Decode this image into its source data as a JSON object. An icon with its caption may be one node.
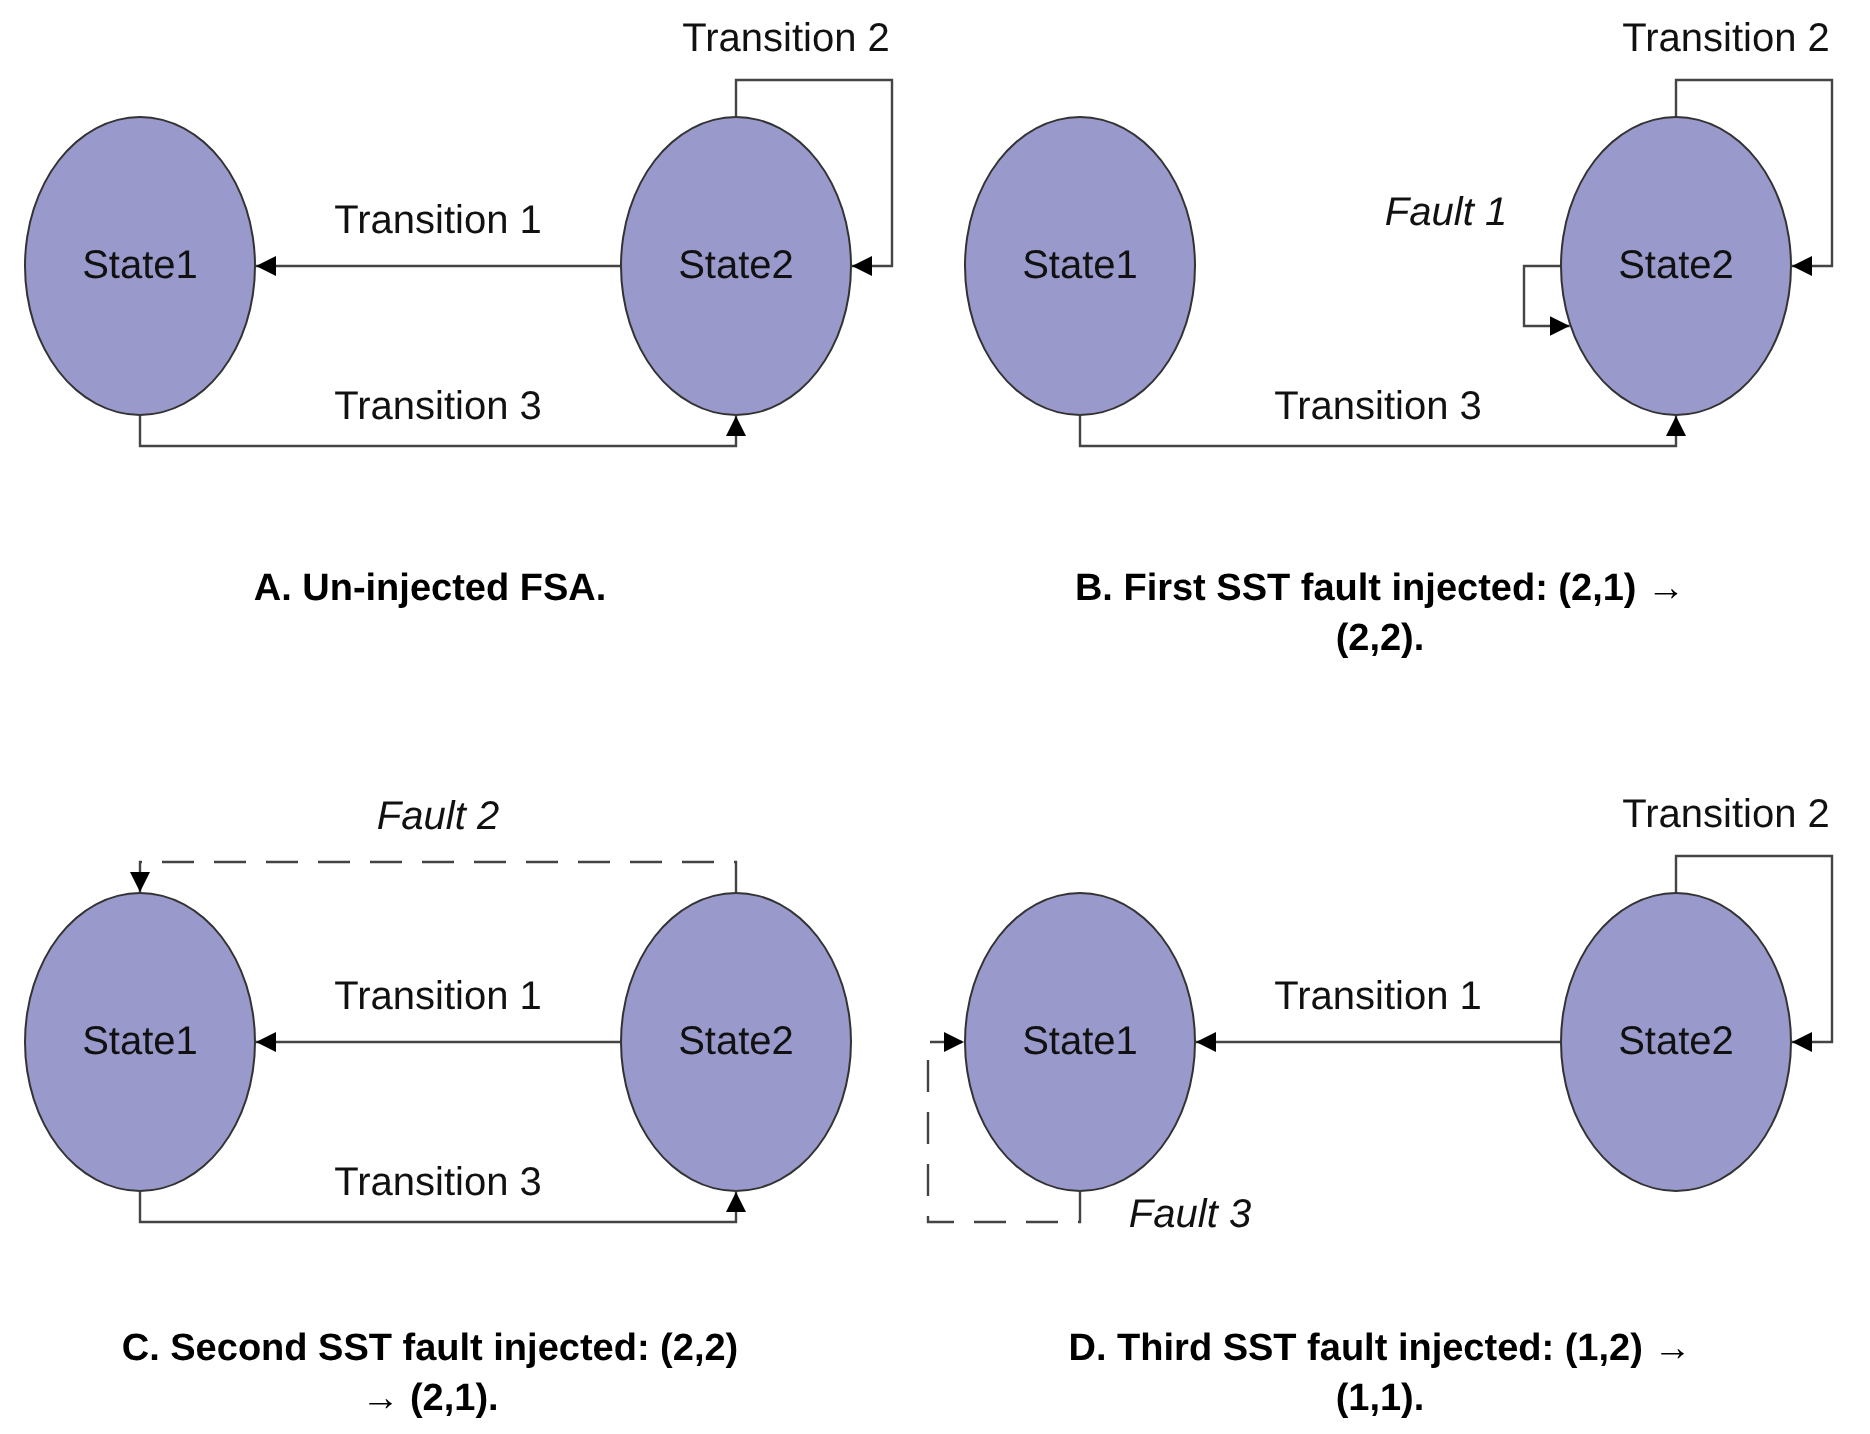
{
  "diagram": {
    "nodes": [
      {
        "text": [
          "State1"
        ]
      },
      {
        "text": [
          "State2"
        ]
      },
      {
        "text": [
          "State1"
        ]
      },
      {
        "text": [
          "State2"
        ]
      },
      {
        "text": [
          "State1"
        ]
      },
      {
        "text": [
          "State2"
        ]
      },
      {
        "text": [
          "State1"
        ]
      },
      {
        "text": [
          "State2"
        ]
      }
    ],
    "edges": [
      {
        "from": 1,
        "to": 0,
        "arrow": "to",
        "label": "Transition 1"
      },
      {
        "from": 1,
        "to": 1,
        "arrow": "to",
        "label": "Transition 2"
      },
      {
        "from": 0,
        "to": 1,
        "arrow": "to",
        "label": "Transition 3"
      },
      {
        "from": 3,
        "to": 3,
        "arrow": "to",
        "label": "Transition 2"
      },
      {
        "from": 3,
        "to": 3,
        "arrow": "to",
        "label": "Fault 1"
      },
      {
        "from": 2,
        "to": 3,
        "arrow": "to",
        "label": "Transition 3"
      },
      {
        "from": 5,
        "to": 4,
        "arrow": "to",
        "label": "Fault 2",
        "style": "dashed"
      },
      {
        "from": 5,
        "to": 4,
        "arrow": "to",
        "label": "Transition 1"
      },
      {
        "from": 4,
        "to": 5,
        "arrow": "to",
        "label": "Transition 3"
      },
      {
        "from": 7,
        "to": 7,
        "arrow": "to",
        "label": "Transition 2"
      },
      {
        "from": 7,
        "to": 6,
        "arrow": "to",
        "label": "Transition 1"
      },
      {
        "from": 6,
        "to": 6,
        "arrow": "to",
        "label": "Fault 3",
        "style": "dashed"
      }
    ],
    "labels": [
      "A. Un-injected FSA.",
      "B. First SST fault injected: (2,1) → (2,2).",
      "C. Second SST fault injected: (2,2) → (2,1).",
      "D. Third SST fault injected: (1,2) → (1,1)."
    ]
  }
}
